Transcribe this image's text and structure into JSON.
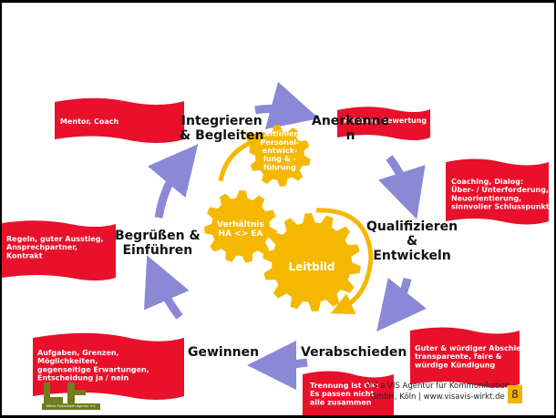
{
  "colors": {
    "flag": "#e8102a",
    "gear": "#f5b800",
    "arrow": "#8b88d6",
    "logo": "#6e7d1e",
    "page_number_bg": "#f0b400"
  },
  "stages": {
    "integrieren": "Integrieren\n& Begleiten",
    "anerkennen": "Anerkenne\nn",
    "qualifizieren": "Qualifizieren\n&\nEntwickeln",
    "verabschieden": "Verabschieden",
    "gewinnen": "Gewinnen",
    "begruessen": "Begrüßen &\nEinführen"
  },
  "flags": {
    "mentor": "Mentor, Coach",
    "pruefung": "Prüfung, Bewertung",
    "coaching": "Coaching, Dialog:\nÜber- / Unterforderung,\nNeuorientierung,\nsinnvoller Schlusspunkt",
    "regeln": "Regeln, guter Ausstieg,\nAnsprechpartner,\nKontrakt",
    "aufgaben": "Aufgaben, Grenzen,\nMöglichkeiten,\ngegenseitige Erwartungen,\nEntscheidung ja / nein",
    "abschied": "Guter & würdiger Abschied,\ntransparente, faire &\nwürdige Kündigung",
    "trennung": "Trennung ist OK:\nEs passen nicht\nalle zusammen"
  },
  "gears": {
    "leitlinien": "Leitlinien\nPersonal-\nentwick-\nlung & -\nführung",
    "verhaeltnis": "Verhältnis\nHA <> EA",
    "leitbild": "Leitbild"
  },
  "footer": {
    "text": "VIS a VIS Agentur für Kommunikation GmbH, Köln | www.visavis-wirkt.de",
    "page_number": "8"
  },
  "logo": {
    "caption": "Kölner Freiwilligen Agentur e.V."
  }
}
